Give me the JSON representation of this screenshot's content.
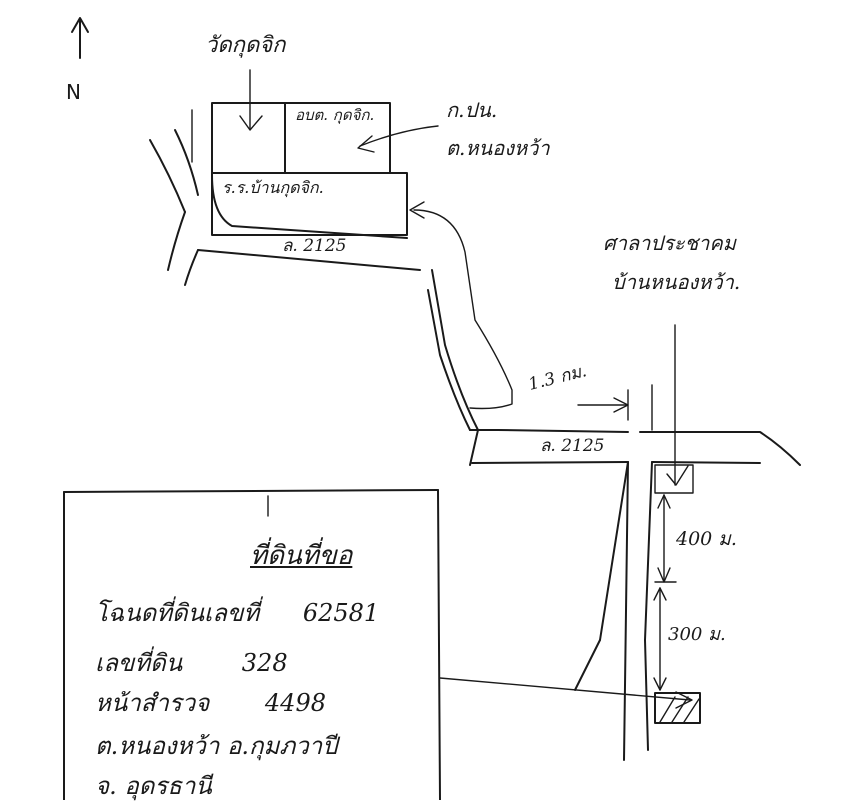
{
  "map": {
    "north_label": "N",
    "labels": {
      "temple": "วัดกุดจิก",
      "sao": "อบต. กุดจิก.",
      "kor_por_nor": "ก.ปน.",
      "tambon_label": "ต.หนองหว้า",
      "school": "ร.ร.บ้านกุดจิก.",
      "road_upper": "ล. 2125",
      "road_lower": "ล. 2125",
      "market": "ศาลาประชาคม",
      "village": "บ้านหนองหว้า.",
      "dist_1": "1.3 กม.",
      "dist_2": "400 ม.",
      "dist_3": "300 ม."
    },
    "land_box": {
      "title": "ที่ดินที่ขอ",
      "deed_label": "โฉนดที่ดินเลขที่",
      "deed_no": "62581",
      "land_no_label": "เลขที่ดิน",
      "land_no": "328",
      "survey_label": "หน้าสำรวจ",
      "survey_no": "4498",
      "location_1": "ต.หนองหว้า  อ.กุมภวาปี",
      "location_2": "จ. อุดรธานี"
    }
  }
}
